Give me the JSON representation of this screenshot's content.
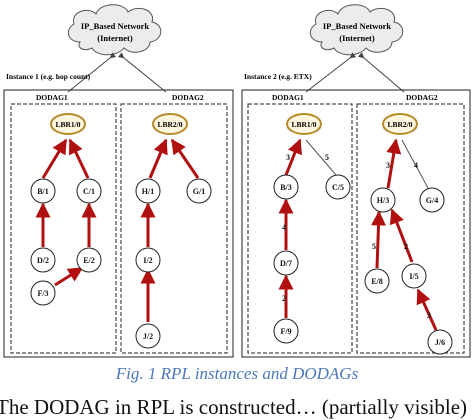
{
  "clouds": [
    {
      "id": "cloud-left",
      "line1": "IP_Based Network",
      "line2": "(Internet)"
    },
    {
      "id": "cloud-right",
      "line1": "IP_Based Network",
      "line2": "(Internet)"
    }
  ],
  "instances": [
    {
      "label": "Instance 1 (e.g. hop count)"
    },
    {
      "label": "Instance 2 (e.g. ETX)"
    }
  ],
  "dodag_labels": {
    "i1_d1": "DODAG1",
    "i1_d2": "DODAG2",
    "i2_d1": "DODAG1",
    "i2_d2": "DODAG2"
  },
  "nodes": {
    "lbr1_i1": "LBR1/0",
    "lbr2_i1": "LBR2/0",
    "b_i1": "B/1",
    "c_i1": "C/1",
    "d_i1": "D/2",
    "e_i1": "E/2",
    "f_i1": "F/3",
    "h_i1": "H/1",
    "g_i1": "G/1",
    "i_i1": "I/2",
    "j_i1": "J/2",
    "lbr1_i2": "LBR1/0",
    "lbr2_i2": "LBR2/0",
    "b_i2": "B/3",
    "c_i2": "C/5",
    "d_i2": "D/7",
    "f_i2": "F/9",
    "h_i2": "H/3",
    "g_i2": "G/4",
    "e_i2": "E/8",
    "i_i2": "I/5",
    "j_i2": "J/6"
  },
  "edge_weights": {
    "b_lbr1": "3",
    "c_lbr1": "5",
    "d_b": "4",
    "f_d": "2",
    "h_lbr2": "3",
    "g_lbr2": "4",
    "e_h": "5",
    "i_h": "2",
    "j_i": "3"
  },
  "caption": "Fig. 1 RPL instances and DODAGs",
  "bottom_text": "The DODAG in RPL is constructed… (partially visible)",
  "colors": {
    "arrow": "#b01010",
    "lbr_fill": "#fff6e0",
    "lbr_stroke": "#b58a2a",
    "caption": "#4a78b8"
  }
}
